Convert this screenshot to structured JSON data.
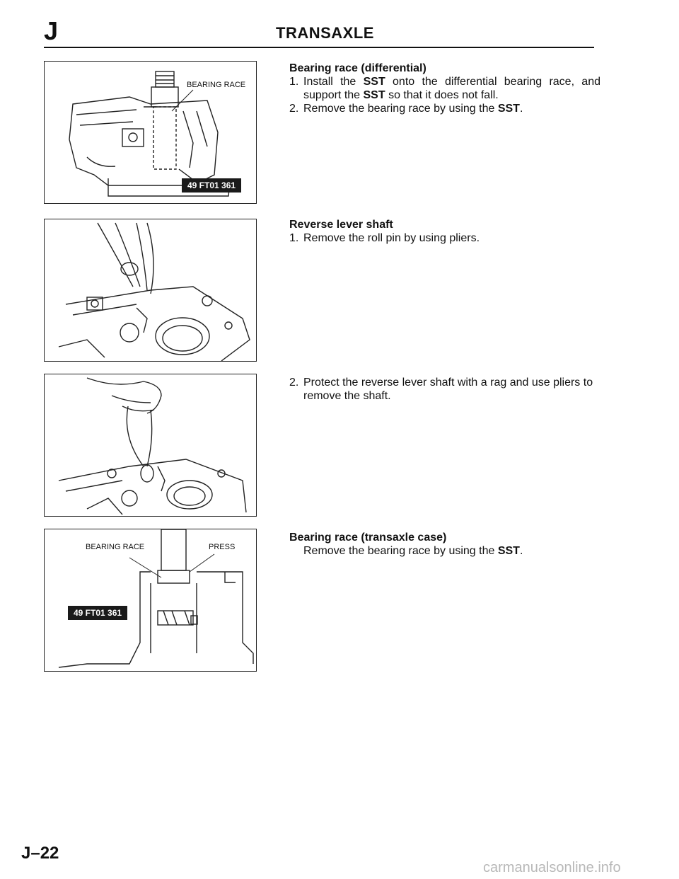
{
  "header": {
    "section_letter": "J",
    "title": "TRANSAXLE"
  },
  "figures": [
    {
      "labels": [
        "BEARING RACE"
      ],
      "tool_tag": "49 FT01 361"
    },
    {
      "labels": []
    },
    {
      "labels": []
    },
    {
      "labels": [
        "BEARING RACE",
        "PRESS"
      ],
      "tool_tag": "49 FT01 361"
    }
  ],
  "sections": [
    {
      "title": "Bearing race (differential)",
      "steps": [
        {
          "num": "1.",
          "parts": [
            "Install the ",
            "SST",
            " onto the differential bearing race, and support the ",
            "SST",
            " so that it does not fall."
          ]
        },
        {
          "num": "2.",
          "parts": [
            "Remove the bearing race by using the ",
            "SST",
            "."
          ]
        }
      ]
    },
    {
      "title": "Reverse lever shaft",
      "steps": [
        {
          "num": "1.",
          "text": "Remove the roll pin by using pliers."
        }
      ]
    },
    {
      "steps": [
        {
          "num": "2.",
          "text": "Protect the reverse lever shaft with a rag and use pliers to remove the shaft."
        }
      ]
    },
    {
      "title": "Bearing race (transaxle case)",
      "parts": [
        "Remove the bearing race by using the ",
        "SST",
        "."
      ]
    }
  ],
  "footer": {
    "page_number": "J–22"
  },
  "watermark": "carmanualsonline.info"
}
